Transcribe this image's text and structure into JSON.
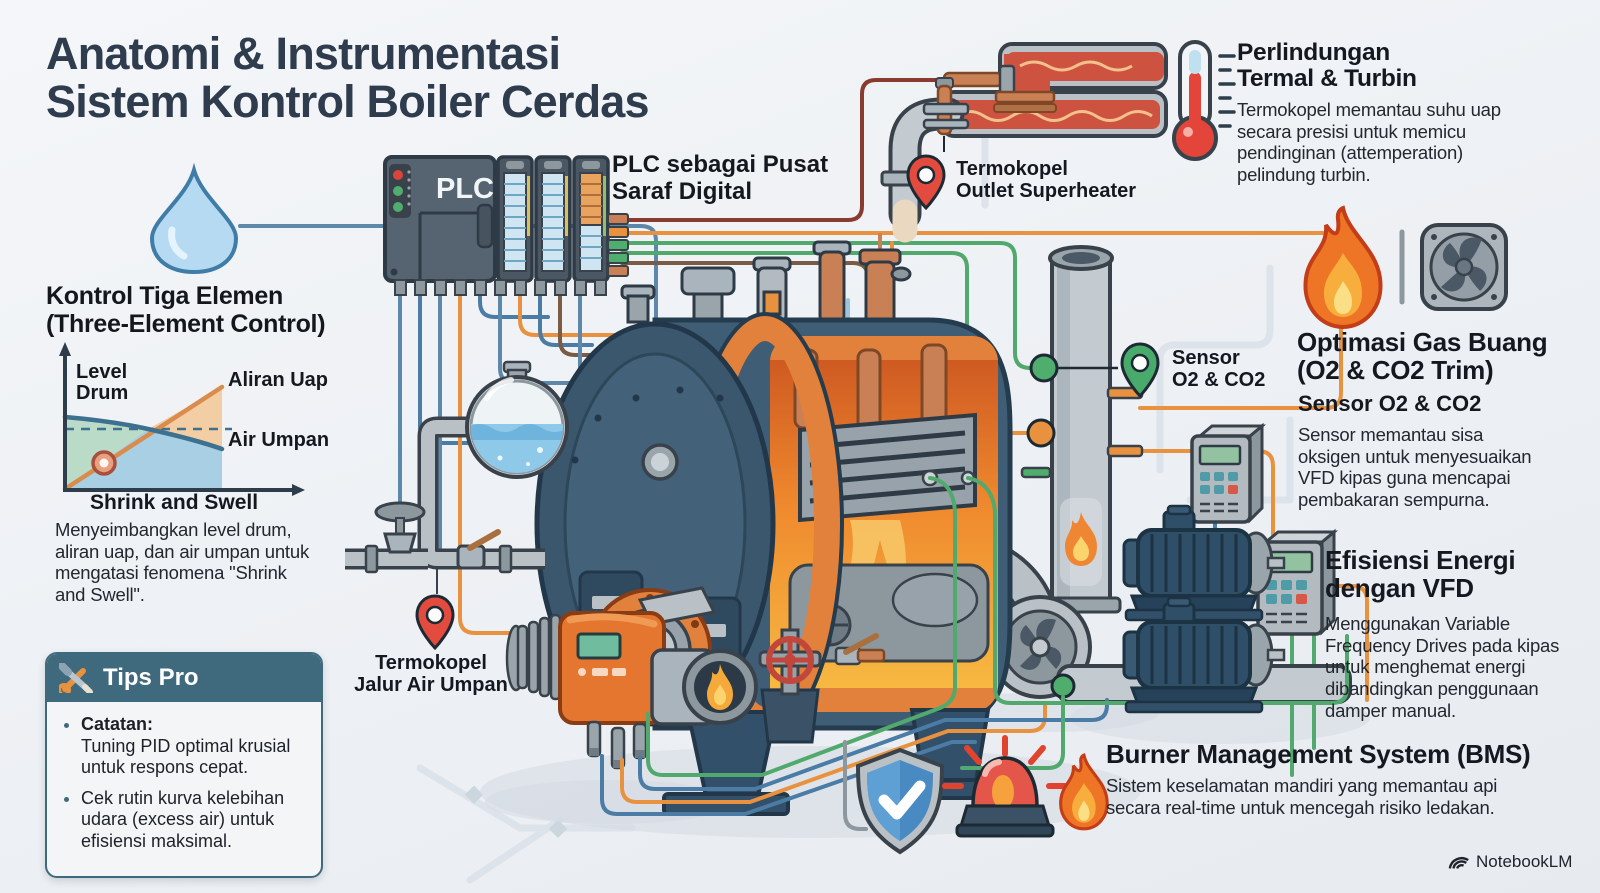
{
  "title": {
    "line1": "Anatomi & Instrumentasi",
    "line2": "Sistem Kontrol Boiler Cerdas"
  },
  "three_element": {
    "heading1": "Kontrol Tiga Elemen",
    "heading2": "(Three-Element Control)",
    "label_level": "Level Drum",
    "label_steam": "Aliran Uap",
    "label_feed": "Air Umpan",
    "caption": "Shrink and Swell",
    "body": "Menyeimbangkan level drum, aliran uap, dan air umpan untuk mengatasi fenomena \"Shrink and Swell\"."
  },
  "tips": {
    "header": "Tips Pro",
    "note_title": "Catatan:",
    "note_body": "Tuning PID optimal krusial untuk respons cepat.",
    "bullet2": "Cek rutin kurva kelebihan udara (excess air) untuk efisiensi maksimal."
  },
  "plc": {
    "device": "PLC",
    "caption1": "PLC sebagai Pusat",
    "caption2": "Saraf Digital"
  },
  "pins": {
    "superheater1": "Termokopel",
    "superheater2": "Outlet Superheater",
    "feedwater1": "Termokopel",
    "feedwater2": "Jalur Air Umpan",
    "o2_1": "Sensor",
    "o2_2": "O2 & CO2"
  },
  "sections": {
    "thermal": {
      "heading1": "Perlindungan",
      "heading2": "Termal & Turbin",
      "body": "Termokopel memantau suhu uap secara presisi untuk memicu pendinginan (attemperation) pelindung turbin."
    },
    "gas": {
      "heading1": "Optimasi Gas Buang",
      "heading2": "(O2 & CO2 Trim)",
      "sub": "Sensor O2 & CO2",
      "body": "Sensor memantau sisa oksigen untuk menyesuaikan VFD kipas guna mencapai pembakaran sempurna."
    },
    "vfd": {
      "heading1": "Efisiensi Energi",
      "heading2": "dengan VFD",
      "body": "Menggunakan Variable Frequency Drives pada kipas untuk menghemat energi dibandingkan penggunaan damper manual."
    },
    "bms": {
      "heading": "Burner Management System (BMS)",
      "body": "Sistem keselamatan mandiri yang memantau api secara real-time untuk mencegah risiko ledakan."
    }
  },
  "watermark": "NotebookLM",
  "colors": {
    "accent_orange": "#e8923f",
    "wire_green": "#52a96d",
    "wire_blue": "#4a7ca5",
    "wire_steel": "#5e88a9",
    "wire_maroon": "#8a3b30",
    "boiler_slate": "#3f5e76",
    "boiler_rim_orange": "#e2813c",
    "tips_header": "#3f6a7d",
    "pin_red": "#e34b3e",
    "pin_green": "#48aa6b",
    "title_navy": "#2e3c4e"
  },
  "chart_data": {
    "type": "line",
    "title": "Shrink and Swell",
    "xlabel": "",
    "ylabel": "",
    "grid": false,
    "series": [
      {
        "name": "Level Drum / Air Umpan",
        "color": "#3e7090",
        "x": [
          0,
          0.35,
          0.55,
          1
        ],
        "y": [
          0.55,
          0.49,
          0.46,
          0.3
        ],
        "style": "solid",
        "note": "drum level curve, labeled Level Drum at left and Air Umpan at right"
      },
      {
        "name": "Aliran Uap",
        "color": "#da8c4d",
        "x": [
          0,
          1
        ],
        "y": [
          0.0,
          0.75
        ],
        "style": "solid",
        "note": "steam flow ramp with shaded area above"
      },
      {
        "name": "Setpoint",
        "color": "#3e7090",
        "x": [
          0,
          1
        ],
        "y": [
          0.45,
          0.45
        ],
        "style": "dashed"
      }
    ],
    "annotations": [
      "round marker dot on Aliran Uap ramp near x=0.25",
      "shaded regions: green-left, orange-upper-right, blue-lower"
    ],
    "legend_position": "inline-right"
  }
}
